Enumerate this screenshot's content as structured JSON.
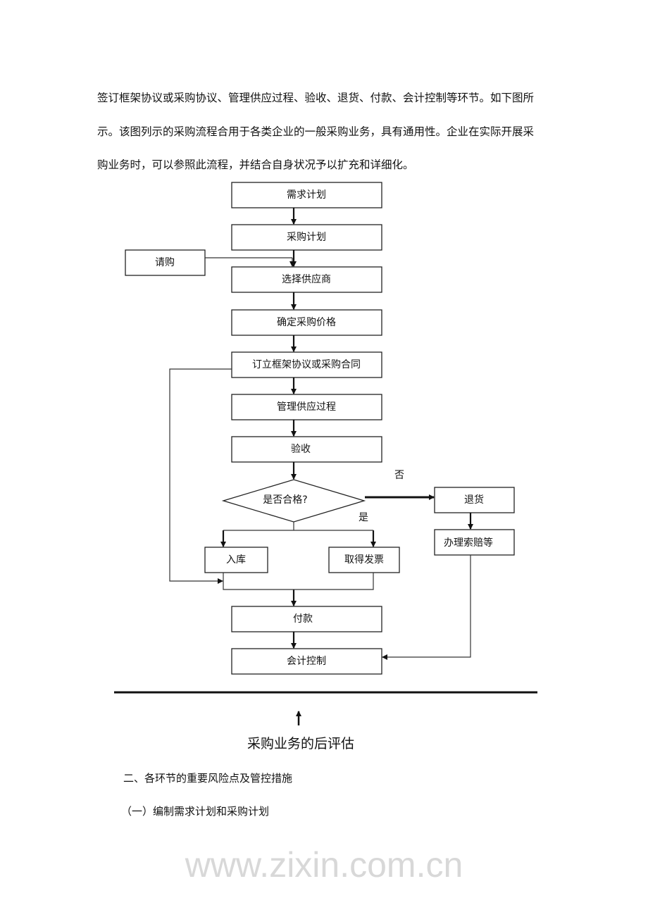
{
  "intro_lines": [
    "签订框架协议或采购协议、管理供应过程、验收、退货、付款、会计控制等环节。如下图所",
    "示。该图列示的采购流程合用于各类企业的一般采购业务，具有通用性。企业在实际开展采",
    "购业务时，可以参照此流程，并结合自身状况予以扩充和详细化。"
  ],
  "flowchart": {
    "demand_plan": "需求计划",
    "purchase_plan": "采购计划",
    "requisition": "请购",
    "select_supplier": "选择供应商",
    "set_price": "确定采购价格",
    "contract": "订立框架协议或采购合同",
    "manage_supply": "管理供应过程",
    "acceptance": "验收",
    "qualified": "是否合格?",
    "no": "否",
    "yes": "是",
    "return_goods": "退货",
    "claims": "办理索赔等",
    "warehousing": "入库",
    "invoice": "取得发票",
    "payment": "付款",
    "accounting": "会计控制"
  },
  "post_evaluation": "采购业务的后评估",
  "watermark": "www.zixin.com.cn",
  "section_heading": "二、各环节的重要风险点及管控措施",
  "subsection_heading": "（一）编制需求计划和采购计划"
}
